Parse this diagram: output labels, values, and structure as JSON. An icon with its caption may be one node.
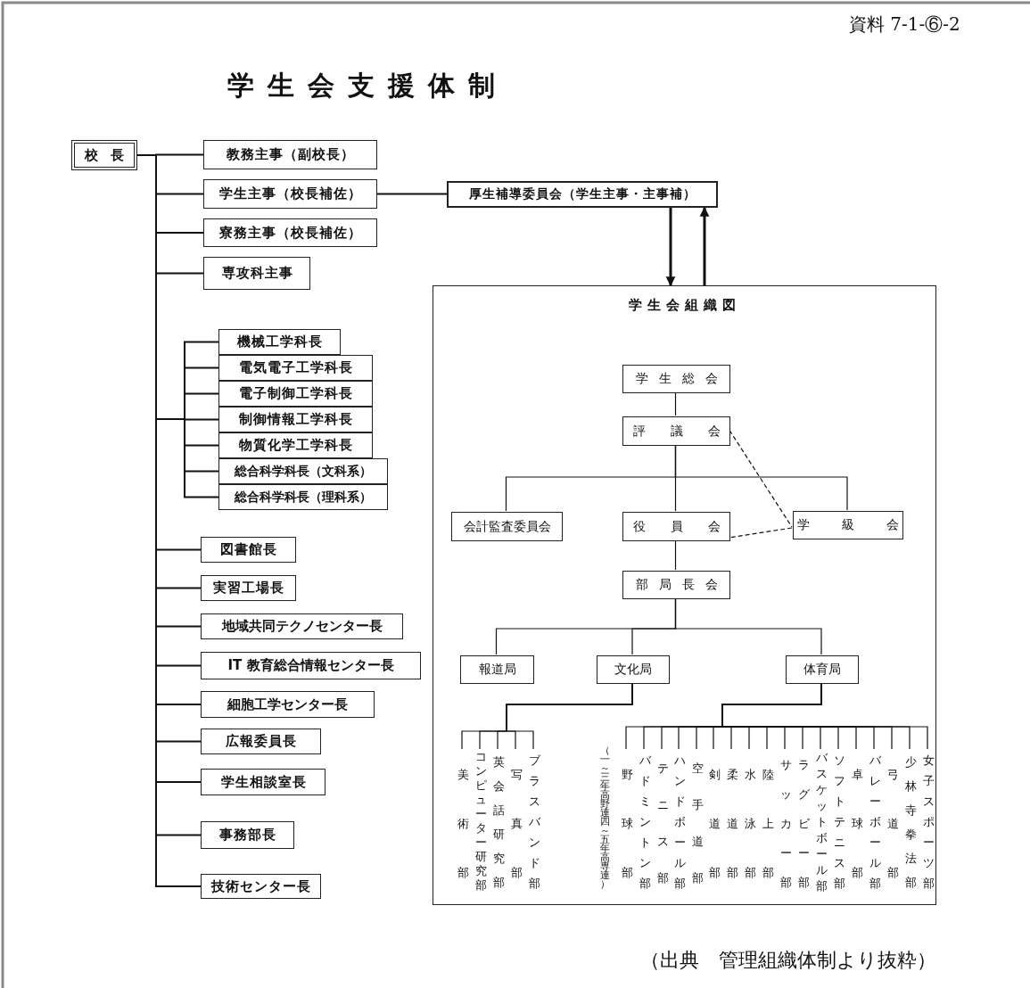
{
  "diagram": {
    "title": "学生会支援体制",
    "caption": "（出典　管理組織体制より抜粋）",
    "nodes": [
      {
        "text": [
          "校長"
        ]
      },
      {
        "text": [
          "教務主事（副校長）"
        ]
      },
      {
        "text": [
          "学生主事（校長補佐）"
        ]
      },
      {
        "text": [
          "寮務主事（校長補佐）"
        ]
      },
      {
        "text": [
          "専攻科主事"
        ]
      },
      {
        "text": [
          "機械工学科長"
        ]
      },
      {
        "text": [
          "電気電子工学科長"
        ]
      },
      {
        "text": [
          "電子制御工学科長"
        ]
      },
      {
        "text": [
          "制御情報工学科長"
        ]
      },
      {
        "text": [
          "物質化学工学科長"
        ]
      },
      {
        "text": [
          "総合科学科長（文科系）"
        ]
      },
      {
        "text": [
          "総合科学科長（理科系）"
        ]
      },
      {
        "text": [
          "図書館長"
        ]
      },
      {
        "text": [
          "実習工場長"
        ]
      },
      {
        "text": [
          "地域共同テクノセンター長"
        ]
      },
      {
        "text": [
          "IT 教育総合情報センター長"
        ]
      },
      {
        "text": [
          "細胞工学センター長"
        ]
      },
      {
        "text": [
          "広報委員長"
        ]
      },
      {
        "text": [
          "学生相談室長"
        ]
      },
      {
        "text": [
          "事務部長"
        ]
      },
      {
        "text": [
          "技術センター長"
        ]
      },
      {
        "text": [
          "厚生補導委員会（学生主事・主事補）"
        ]
      },
      {
        "text": [
          "学生会組織図"
        ]
      },
      {
        "text": [
          "学生総会"
        ],
        "in": 22
      },
      {
        "text": [
          "評議会"
        ],
        "in": 22
      },
      {
        "text": [
          "会計監査委員会"
        ],
        "in": 22
      },
      {
        "text": [
          "役員会"
        ],
        "in": 22
      },
      {
        "text": [
          "学級会"
        ],
        "in": 22
      },
      {
        "text": [
          "部局長会"
        ],
        "in": 22
      },
      {
        "text": [
          "報道局"
        ],
        "in": 22
      },
      {
        "text": [
          "文化局"
        ],
        "in": 22
      },
      {
        "text": [
          "体育局"
        ],
        "in": 22
      },
      {
        "text": [
          "美術部"
        ],
        "in": 22
      },
      {
        "text": [
          "コンピューター研究部"
        ],
        "in": 22
      },
      {
        "text": [
          "英会話研究部"
        ],
        "in": 22
      },
      {
        "text": [
          "写真部"
        ],
        "in": 22
      },
      {
        "text": [
          "ブラスバンド部"
        ],
        "in": 22
      },
      {
        "text": [
          "野球部"
        ],
        "beside": [
          "（一～三年高野連四～五年高専連）"
        ],
        "in": 22
      },
      {
        "text": [
          "バドミントン部"
        ],
        "in": 22
      },
      {
        "text": [
          "テニス部"
        ],
        "in": 22
      },
      {
        "text": [
          "ハンドボール部"
        ],
        "in": 22
      },
      {
        "text": [
          "空手道部"
        ],
        "in": 22
      },
      {
        "text": [
          "剣道部"
        ],
        "in": 22
      },
      {
        "text": [
          "柔道部"
        ],
        "in": 22
      },
      {
        "text": [
          "水泳部"
        ],
        "in": 22
      },
      {
        "text": [
          "陸上部"
        ],
        "in": 22
      },
      {
        "text": [
          "サッカー部"
        ],
        "in": 22
      },
      {
        "text": [
          "ラグビー部"
        ],
        "in": 22
      },
      {
        "text": [
          "バスケットボール部"
        ],
        "in": 22
      },
      {
        "text": [
          "ソフトテニス部"
        ],
        "in": 22
      },
      {
        "text": [
          "卓球部"
        ],
        "in": 22
      },
      {
        "text": [
          "バレーボール部"
        ],
        "in": 22
      },
      {
        "text": [
          "弓道部"
        ],
        "in": 22
      },
      {
        "text": [
          "少林寺拳法部"
        ],
        "in": 22
      },
      {
        "text": [
          "女子スポーツ部"
        ],
        "in": 22
      }
    ],
    "edges": [
      {
        "from": 0,
        "to": 1,
        "arrow": "none"
      },
      {
        "from": 0,
        "to": 2,
        "arrow": "none"
      },
      {
        "from": 0,
        "to": 3,
        "arrow": "none"
      },
      {
        "from": 0,
        "to": 4,
        "arrow": "none"
      },
      {
        "from": 0,
        "to": 5,
        "arrow": "none"
      },
      {
        "from": 0,
        "to": 6,
        "arrow": "none"
      },
      {
        "from": 0,
        "to": 7,
        "arrow": "none"
      },
      {
        "from": 0,
        "to": 8,
        "arrow": "none"
      },
      {
        "from": 0,
        "to": 9,
        "arrow": "none"
      },
      {
        "from": 0,
        "to": 10,
        "arrow": "none"
      },
      {
        "from": 0,
        "to": 11,
        "arrow": "none"
      },
      {
        "from": 0,
        "to": 12,
        "arrow": "none"
      },
      {
        "from": 0,
        "to": 13,
        "arrow": "none"
      },
      {
        "from": 0,
        "to": 14,
        "arrow": "none"
      },
      {
        "from": 0,
        "to": 15,
        "arrow": "none"
      },
      {
        "from": 0,
        "to": 16,
        "arrow": "none"
      },
      {
        "from": 0,
        "to": 17,
        "arrow": "none"
      },
      {
        "from": 0,
        "to": 18,
        "arrow": "none"
      },
      {
        "from": 0,
        "to": 19,
        "arrow": "none"
      },
      {
        "from": 0,
        "to": 20,
        "arrow": "none"
      },
      {
        "from": 2,
        "to": 21,
        "arrow": "none"
      },
      {
        "from": 21,
        "to": 22,
        "arrow": "to",
        "style": "thick"
      },
      {
        "from": 22,
        "to": 21,
        "arrow": "to",
        "style": "thick"
      },
      {
        "from": 23,
        "to": 24,
        "arrow": "none"
      },
      {
        "from": 24,
        "to": 25,
        "arrow": "none"
      },
      {
        "from": 24,
        "to": 26,
        "arrow": "none"
      },
      {
        "from": 24,
        "to": 27,
        "arrow": "none"
      },
      {
        "from": 24,
        "to": 27,
        "arrow": "none",
        "style": "dashed"
      },
      {
        "from": 27,
        "to": 26,
        "arrow": "none",
        "style": "dashed"
      },
      {
        "from": 26,
        "to": 28,
        "arrow": "none"
      },
      {
        "from": 28,
        "to": 29,
        "arrow": "none"
      },
      {
        "from": 28,
        "to": 30,
        "arrow": "none"
      },
      {
        "from": 28,
        "to": 31,
        "arrow": "none"
      },
      {
        "from": 30,
        "to": 32,
        "arrow": "none"
      },
      {
        "from": 30,
        "to": 33,
        "arrow": "none"
      },
      {
        "from": 30,
        "to": 34,
        "arrow": "none"
      },
      {
        "from": 30,
        "to": 35,
        "arrow": "none"
      },
      {
        "from": 30,
        "to": 36,
        "arrow": "none"
      },
      {
        "from": 31,
        "to": 37,
        "arrow": "none"
      },
      {
        "from": 31,
        "to": 38,
        "arrow": "none"
      },
      {
        "from": 31,
        "to": 39,
        "arrow": "none"
      },
      {
        "from": 31,
        "to": 40,
        "arrow": "none"
      },
      {
        "from": 31,
        "to": 41,
        "arrow": "none"
      },
      {
        "from": 31,
        "to": 42,
        "arrow": "none"
      },
      {
        "from": 31,
        "to": 43,
        "arrow": "none"
      },
      {
        "from": 31,
        "to": 44,
        "arrow": "none"
      },
      {
        "from": 31,
        "to": 45,
        "arrow": "none"
      },
      {
        "from": 31,
        "to": 46,
        "arrow": "none"
      },
      {
        "from": 31,
        "to": 47,
        "arrow": "none"
      },
      {
        "from": 31,
        "to": 48,
        "arrow": "none"
      },
      {
        "from": 31,
        "to": 49,
        "arrow": "none"
      },
      {
        "from": 31,
        "to": 50,
        "arrow": "none"
      },
      {
        "from": 31,
        "to": 51,
        "arrow": "none"
      },
      {
        "from": 31,
        "to": 52,
        "arrow": "none"
      },
      {
        "from": 31,
        "to": 53,
        "arrow": "none"
      },
      {
        "from": 31,
        "to": 54,
        "arrow": "none"
      }
    ],
    "labels": [
      "資料 7-1-⑥-2"
    ]
  }
}
